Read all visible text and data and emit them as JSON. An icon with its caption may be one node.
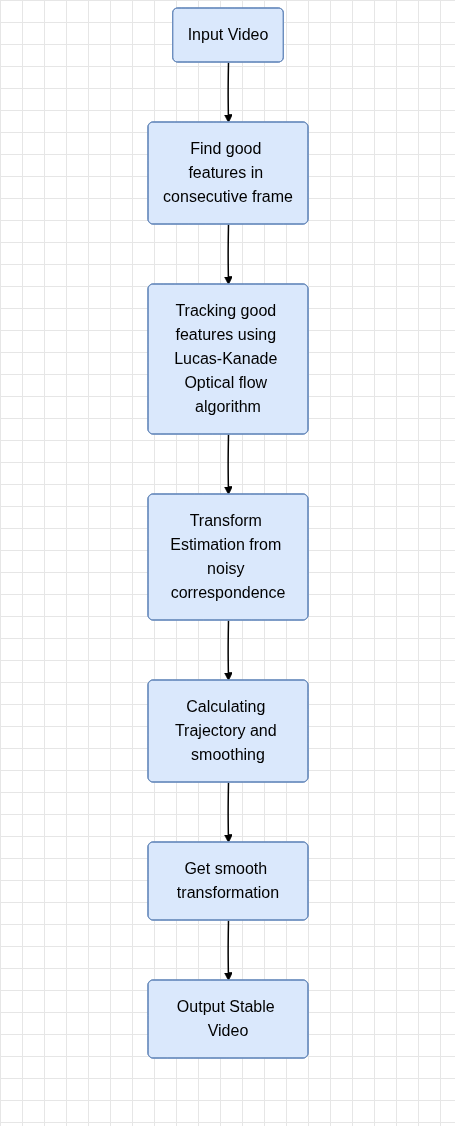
{
  "diagram": {
    "nodes": [
      {
        "text": [
          "Input Video"
        ]
      },
      {
        "text": [
          "Find good features in consecutive frame"
        ]
      },
      {
        "text": [
          "Tracking good features using Lucas-Kanade Optical flow algorithm"
        ]
      },
      {
        "text": [
          "Transform Estimation from noisy correspondence"
        ]
      },
      {
        "text": [
          "Calculating Trajectory and smoothing"
        ]
      },
      {
        "text": [
          "Get smooth transformation"
        ]
      },
      {
        "text": [
          "Output Stable Video"
        ]
      }
    ],
    "edges": [
      {
        "from": 0,
        "to": 1,
        "arrow": "to"
      },
      {
        "from": 1,
        "to": 2,
        "arrow": "to"
      },
      {
        "from": 2,
        "to": 3,
        "arrow": "to"
      },
      {
        "from": 3,
        "to": 4,
        "arrow": "to"
      },
      {
        "from": 4,
        "to": 5,
        "arrow": "to"
      },
      {
        "from": 5,
        "to": 6,
        "arrow": "to"
      }
    ]
  }
}
